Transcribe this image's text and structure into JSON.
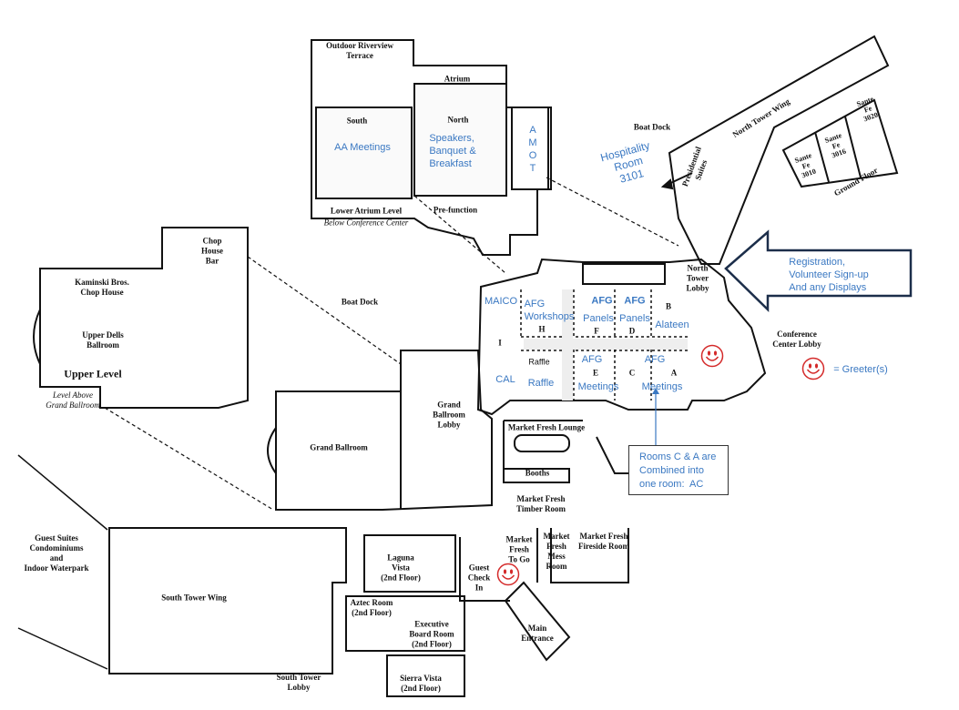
{
  "map": {
    "colors": {
      "annotation": "#3a78c2",
      "greeter": "#d42a2a",
      "arrow": "#1c2e4a",
      "walls": "#111111"
    },
    "areas": {
      "outdoor_terrace": "Outdoor Riverview\nTerrace",
      "atrium": "Atrium",
      "south": "South",
      "north": "North",
      "lower_atrium": "Lower Atrium Level",
      "below_cc": "Below Conference Center",
      "prefunction": "Pre-function",
      "boat_dock_top": "Boat Dock",
      "boat_dock_mid": "Boat Dock",
      "presidential": "Presidential\nSuites",
      "north_tower_wing": "North Tower Wing",
      "santefe_3010": "Sante\nFe\n3010",
      "santefe_3016": "Sante\nFe\n3016",
      "santefe_3020": "Sante\nFe\n3020",
      "ground_floor": "Ground Floor",
      "chop_house_bar": "Chop\nHouse\nBar",
      "kaminski": "Kaminski Bros.\nChop House",
      "upper_dells": "Upper Dells\nBallroom",
      "upper_level": "Upper Level",
      "level_above": "Level Above\nGrand Ballroom",
      "north_tower_lobby": "North\nTower\nLobby",
      "conference_lobby": "Conference\nCenter Lobby",
      "room_i": "I",
      "room_h": "H",
      "room_f": "F",
      "room_d": "D",
      "room_b": "B",
      "room_e": "E",
      "room_c": "C",
      "room_a": "A",
      "raffle_black": "Raffle",
      "grand_ballroom_lobby": "Grand\nBallroom\nLobby",
      "grand_ballroom": "Grand Ballroom",
      "mf_lounge": "Market Fresh Lounge",
      "booths": "Booths",
      "mf_timber": "Market Fresh\nTimber Room",
      "mf_togo": "Market\nFresh\nTo Go",
      "mf_mess": "Market\nFresh\nMess\nRoom",
      "mf_fireside": "Market Fresh\nFireside Room",
      "guest_checkin": "Guest\nCheck\nIn",
      "main_entrance": "Main\nEntrance",
      "guest_suites": "Guest Suites\nCondominiums\nand\nIndoor Waterpark",
      "south_tower_wing": "South Tower Wing",
      "laguna": "Laguna\nVista\n(2nd Floor)",
      "aztec": "Aztec Room\n(2nd Floor)",
      "exec_board": "Executive\nBoard Room\n(2nd Floor)",
      "south_tower_lobby": "South Tower\nLobby",
      "sierra": "Sierra Vista\n(2nd Floor)"
    },
    "annotations": {
      "aa_meetings": "AA Meetings",
      "speakers": "Speakers,\nBanquet &\nBreakfast",
      "amot": "A\nM\nO\nT",
      "hospitality": "Hospitality\nRoom\n3101",
      "registration": "Registration,\nVolunteer Sign-up\nAnd any Displays",
      "maico": "MAICO",
      "afg_workshops": "AFG\nWorkshops",
      "afg_panels_f_top": "AFG",
      "afg_panels_f": "Panels",
      "afg_panels_d_top": "AFG",
      "afg_panels_d": "Panels",
      "alateen": "Alateen",
      "cal": "CAL",
      "raffle": "Raffle",
      "afg_meetings_e_top": "AFG",
      "afg_meetings_e": "Meetings",
      "afg_meetings_a_top": "AFG",
      "afg_meetings_a": "Meetings",
      "callout": "Rooms C & A are\nCombined into\none room:  AC",
      "greeter_legend": "= Greeter(s)"
    },
    "icons": [
      "smiley-greeter-icon",
      "registration-arrow-icon",
      "pointer-arrow-icon"
    ]
  }
}
